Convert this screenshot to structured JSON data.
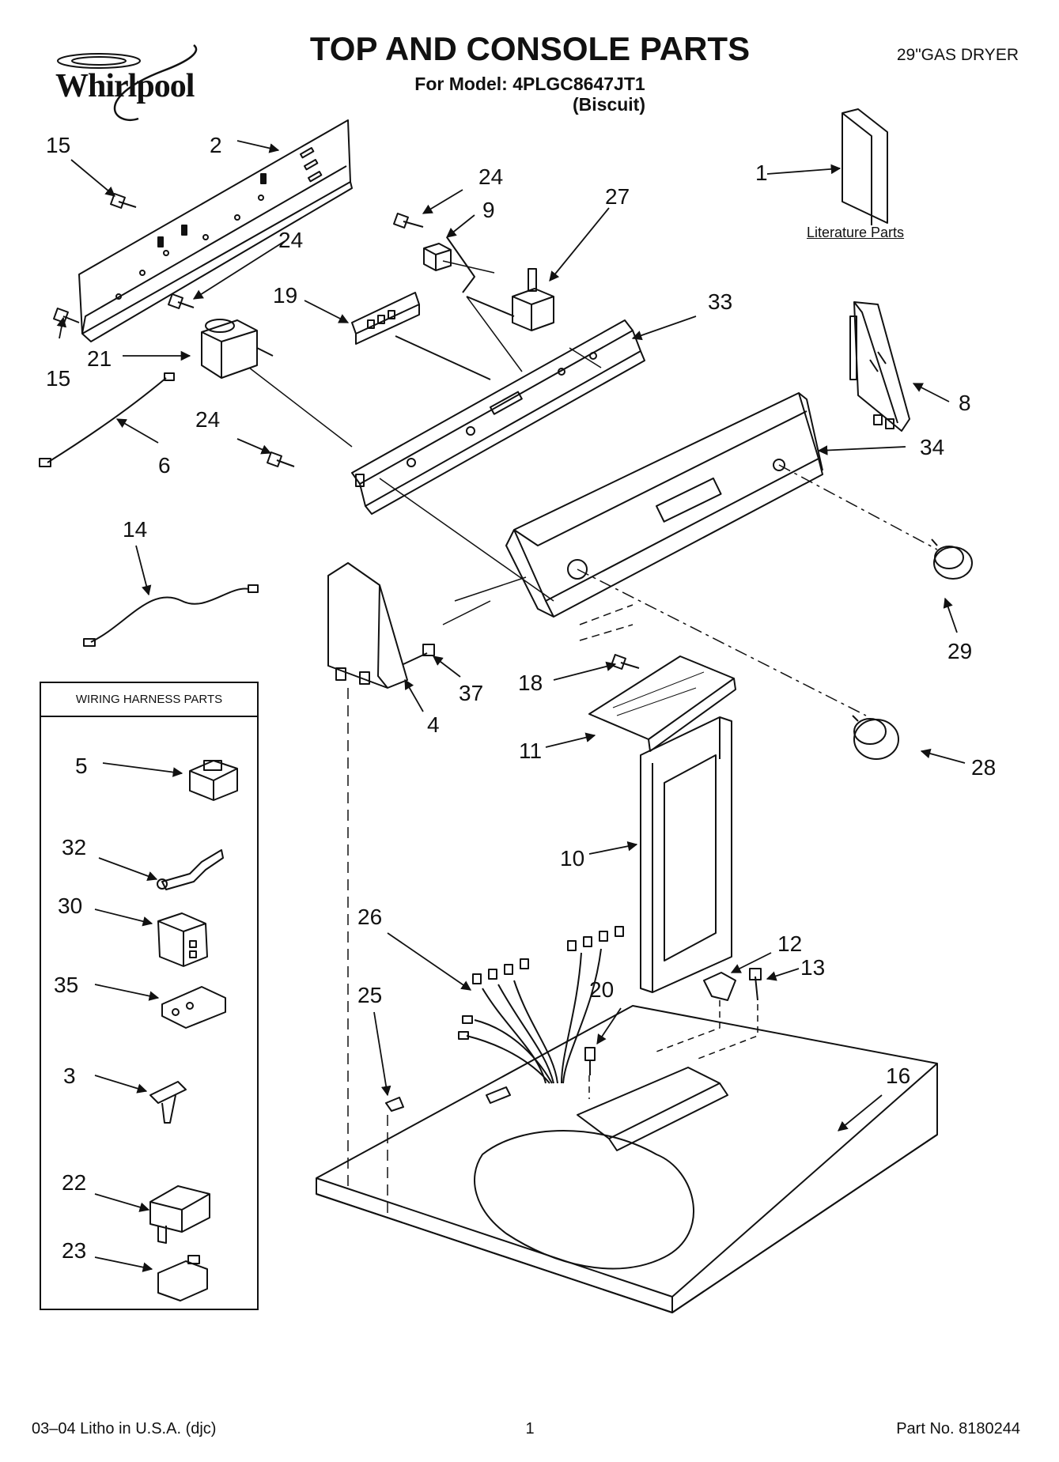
{
  "header": {
    "brand": "Whirlpool",
    "title": "TOP AND CONSOLE PARTS",
    "model_line": "For Model: 4PLGC8647JT1",
    "color_line": "(Biscuit)",
    "product_type": "29\"GAS DRYER"
  },
  "labels": {
    "literature_parts": "Literature Parts",
    "wiring_harness_parts": "WIRING HARNESS PARTS"
  },
  "callouts": {
    "c1": "1",
    "c2": "2",
    "c15a": "15",
    "c15b": "15",
    "c24a": "24",
    "c24b": "24",
    "c24c": "24",
    "c9": "9",
    "c27": "27",
    "c19": "19",
    "c33": "33",
    "c21": "21",
    "c8": "8",
    "c34": "34",
    "c6": "6",
    "c14": "14",
    "c29": "29",
    "c37": "37",
    "c18": "18",
    "c4": "4",
    "c28": "28",
    "c11": "11",
    "c10": "10",
    "c26": "26",
    "c12": "12",
    "c13": "13",
    "c20": "20",
    "c25": "25",
    "c16": "16",
    "c5": "5",
    "c32": "32",
    "c30": "30",
    "c35": "35",
    "c3": "3",
    "c22": "22",
    "c23": "23"
  },
  "footer": {
    "litho": "03–04 Litho in U.S.A. (djc)",
    "page": "1",
    "part_no": "Part No. 8180244"
  }
}
